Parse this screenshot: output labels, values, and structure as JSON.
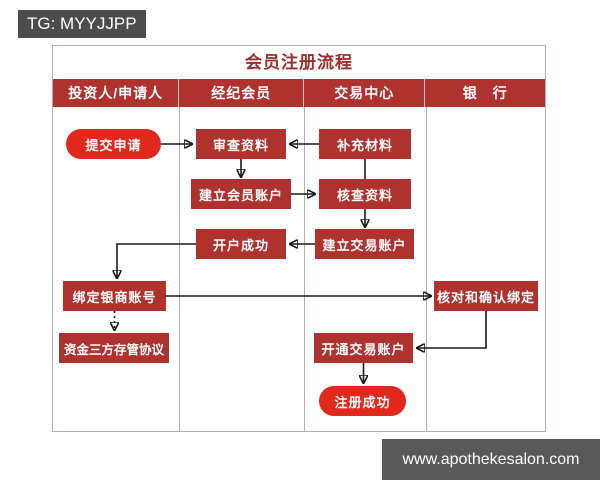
{
  "badges": {
    "telegram": "TG: MYYJJPP",
    "watermark": "www.apothekesalon.com"
  },
  "flowchart": {
    "title": "会员注册流程",
    "columns": [
      "投资人/申请人",
      "经纪会员",
      "交易中心",
      "银　行"
    ],
    "nodes": {
      "submit_application": "提交申请",
      "review_materials": "审查资料",
      "supplement_materials": "补充材料",
      "create_member_account": "建立会员账户",
      "verify_materials": "核查资料",
      "account_opened": "开户成功",
      "create_trading_account": "建立交易账户",
      "bind_bank_account": "绑定银商账号",
      "check_confirm_binding": "核对和确认绑定",
      "tripartite_custody_agreement": "资金三方存管协议",
      "open_trading_account": "开通交易账户",
      "registration_success": "注册成功"
    },
    "edges": [
      {
        "from": "submit_application",
        "to": "review_materials",
        "style": "solid-arrow"
      },
      {
        "from": "supplement_materials",
        "to": "review_materials",
        "style": "solid-arrow"
      },
      {
        "from": "review_materials",
        "to": "create_member_account",
        "style": "solid-arrow"
      },
      {
        "from": "create_member_account",
        "to": "verify_materials",
        "style": "solid-arrow"
      },
      {
        "from": "supplement_materials",
        "to": "verify_materials",
        "style": "plain-line"
      },
      {
        "from": "verify_materials",
        "to": "create_trading_account",
        "style": "solid-arrow"
      },
      {
        "from": "create_trading_account",
        "to": "account_opened",
        "style": "solid-arrow"
      },
      {
        "from": "account_opened",
        "to": "bind_bank_account",
        "style": "solid-arrow-elbow"
      },
      {
        "from": "bind_bank_account",
        "to": "check_confirm_binding",
        "style": "solid-arrow"
      },
      {
        "from": "bind_bank_account",
        "to": "tripartite_custody_agreement",
        "style": "dotted-arrow"
      },
      {
        "from": "check_confirm_binding",
        "to": "open_trading_account",
        "style": "solid-arrow-elbow"
      },
      {
        "from": "open_trading_account",
        "to": "registration_success",
        "style": "solid-arrow"
      }
    ],
    "colors": {
      "box_red": "#af322e",
      "pill_red": "#e0281d",
      "title_red": "#9d2f2b",
      "frame_border": "#c9a6a6",
      "tg_badge_gray": "#4c4c4c",
      "watermark_gray": "#595959"
    }
  }
}
